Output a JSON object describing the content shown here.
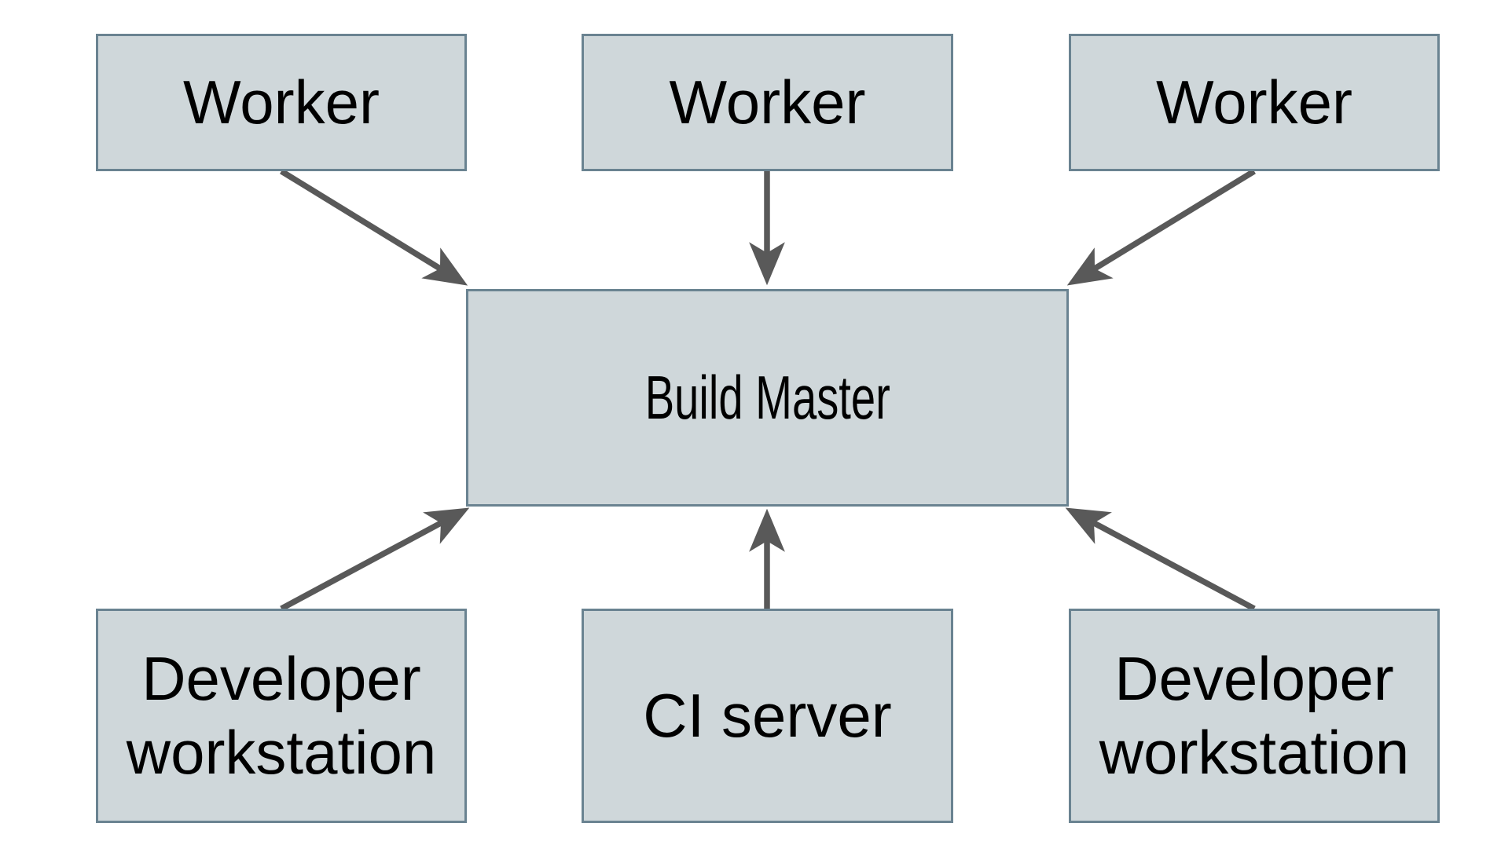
{
  "diagram": {
    "style": {
      "background": "#ffffff",
      "node_fill": "#cfd7da",
      "node_border": "#6a8391",
      "arrow_color": "#595959",
      "text_color": "#000000"
    },
    "nodes": [
      {
        "id": "worker-top-left",
        "label": "Worker"
      },
      {
        "id": "worker-top-center",
        "label": "Worker"
      },
      {
        "id": "worker-top-right",
        "label": "Worker"
      },
      {
        "id": "build-master",
        "label": "Build Master"
      },
      {
        "id": "developer-workstation-left",
        "label": "Developer workstation"
      },
      {
        "id": "ci-server",
        "label": "CI server"
      },
      {
        "id": "developer-workstation-right",
        "label": "Developer workstation"
      }
    ],
    "edges": [
      {
        "from": "worker-top-left",
        "to": "build-master"
      },
      {
        "from": "worker-top-center",
        "to": "build-master"
      },
      {
        "from": "worker-top-right",
        "to": "build-master"
      },
      {
        "from": "developer-workstation-left",
        "to": "build-master"
      },
      {
        "from": "ci-server",
        "to": "build-master"
      },
      {
        "from": "developer-workstation-right",
        "to": "build-master"
      }
    ]
  }
}
